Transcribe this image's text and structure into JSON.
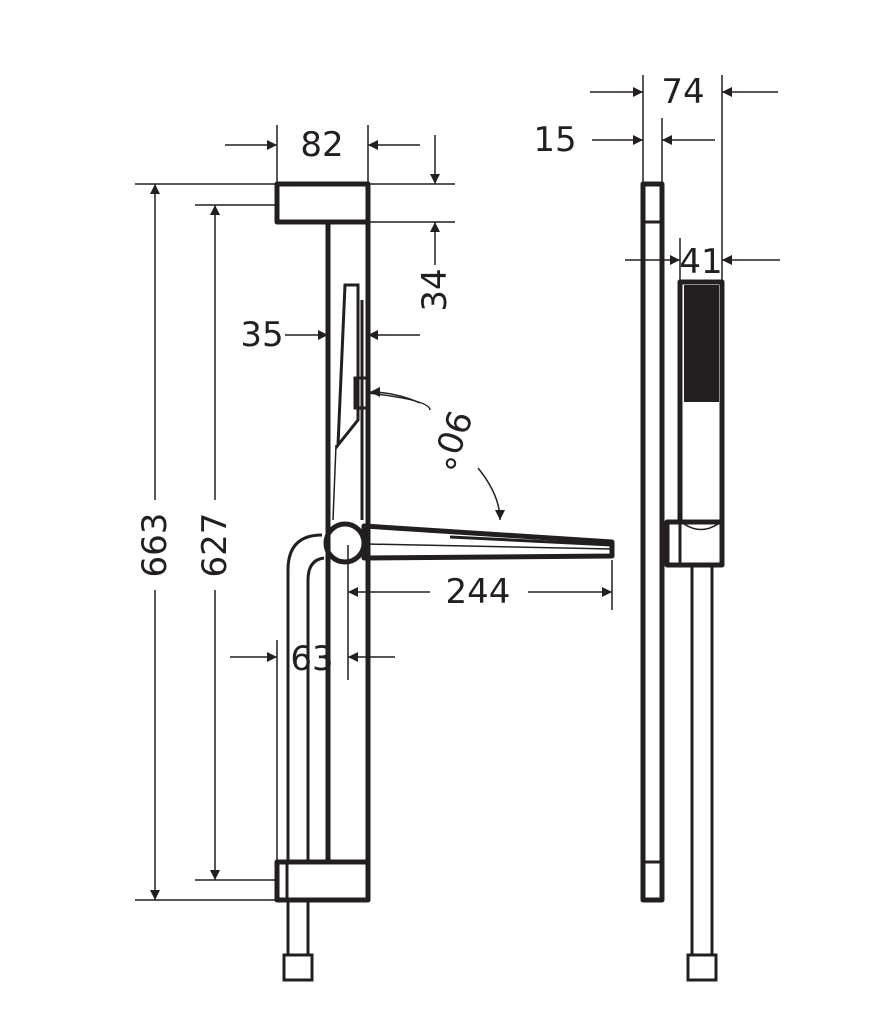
{
  "drawing": {
    "line_color": "#231f20",
    "dimensions": {
      "top_block_width": "82",
      "top_block_height": "34",
      "rail_width": "35",
      "overall_height": "663",
      "rail_height": "627",
      "arm_angle": "90°",
      "arm_length": "244",
      "hose_offset": "63",
      "overall_depth": "74",
      "rail_depth": "15",
      "handshower_width": "41"
    }
  }
}
